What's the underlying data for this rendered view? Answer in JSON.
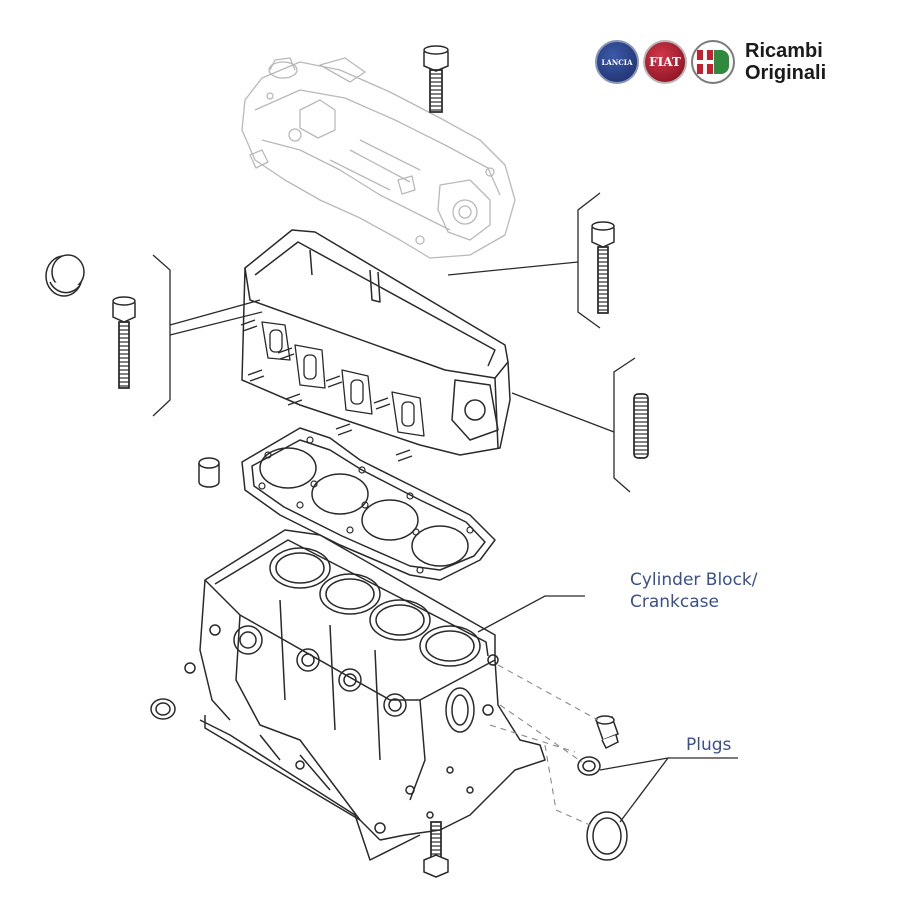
{
  "brand": {
    "lancia_badge": "LANCIA",
    "fiat_badge": "FIAT",
    "line1": "Ricambi",
    "line2": "Originali"
  },
  "callouts": {
    "cylinder_block_line1": "Cylinder Block/",
    "cylinder_block_line2": "Crankcase",
    "plugs": "Plugs"
  },
  "colors": {
    "line_art": "#2a2a2a",
    "ghost_art": "#b9b9b9",
    "callout_text": "#3a4f8f"
  }
}
